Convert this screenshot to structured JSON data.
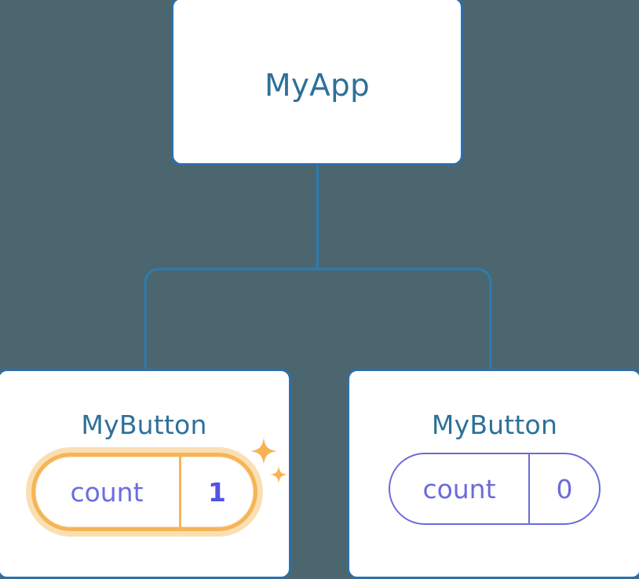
{
  "diagram": {
    "type": "component-tree",
    "background_color": "#4b666f",
    "node_border_color": "#2d6fa8",
    "title_color": "#2e7099",
    "edge_color": "#2d7cb0",
    "highlight_color": "#f5b556",
    "highlight_glow_color": "#fbdfb4",
    "state_color": "#6b6bdb",
    "state_value_active_color": "#5252e6",
    "root": {
      "title": "MyApp"
    },
    "children": [
      {
        "title": "MyButton",
        "state": {
          "key": "count",
          "value": "1"
        },
        "highlighted": true,
        "sparkle_icons": [
          "sparkle-large-icon",
          "sparkle-small-icon"
        ]
      },
      {
        "title": "MyButton",
        "state": {
          "key": "count",
          "value": "0"
        },
        "highlighted": false
      }
    ]
  }
}
